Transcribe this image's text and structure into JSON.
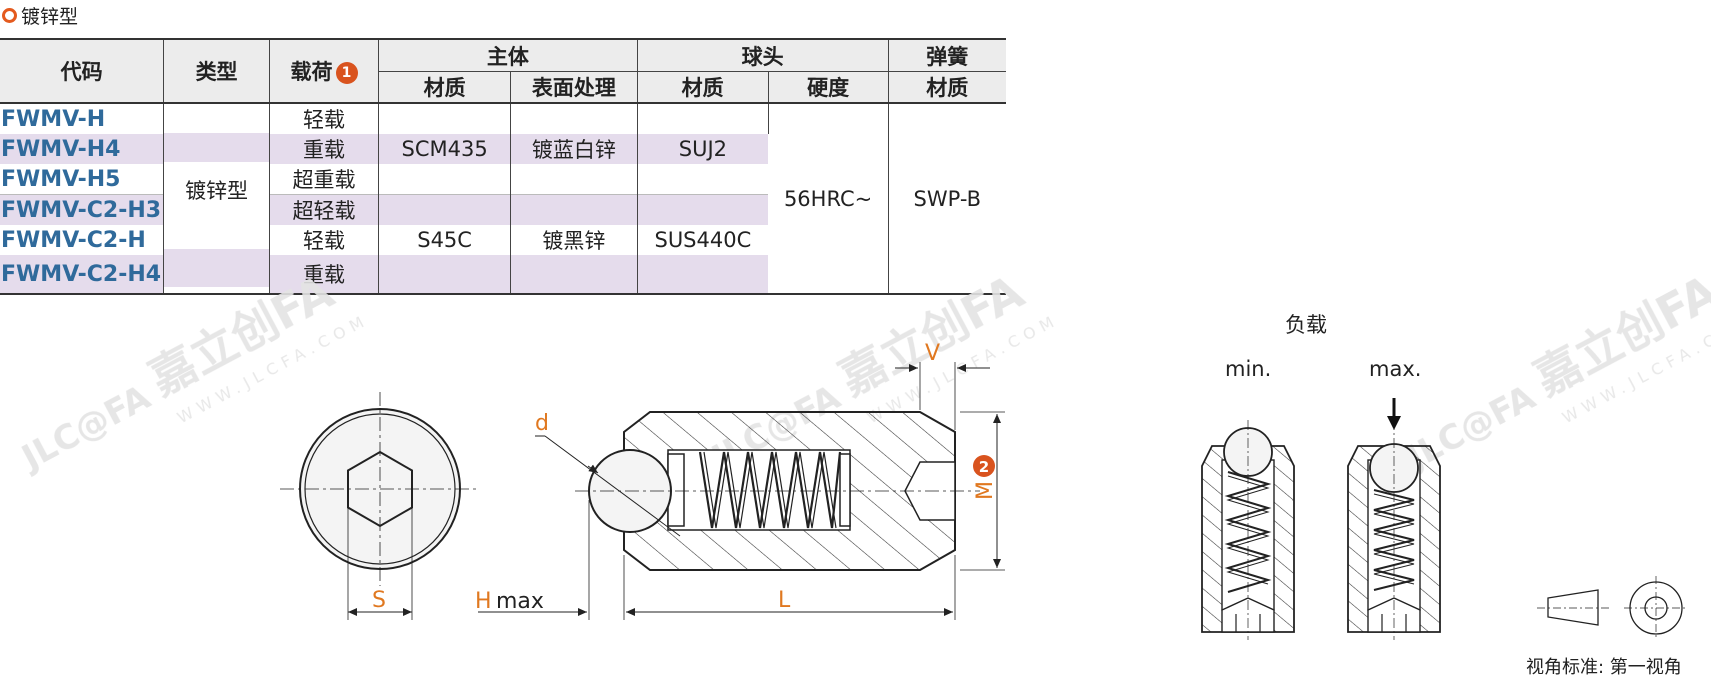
{
  "heading": {
    "text": "镀锌型"
  },
  "table": {
    "headers": {
      "code": "代码",
      "type": "类型",
      "load": "载荷",
      "load_badge": "1",
      "body": "主体",
      "ball": "球头",
      "spring": "弹簧",
      "body_material": "材质",
      "body_surface": "表面处理",
      "ball_material": "材质",
      "ball_hardness": "硬度",
      "spring_material": "材质"
    },
    "rows": [
      {
        "code": "FWMV-H",
        "load": "轻载"
      },
      {
        "code": "FWMV-H4",
        "load": "重载"
      },
      {
        "code": "FWMV-H5",
        "load": "超重载"
      },
      {
        "code": "FWMV-C2-H3",
        "load": "超轻载"
      },
      {
        "code": "FWMV-C2-H",
        "load": "轻载"
      },
      {
        "code": "FWMV-C2-H4",
        "load": "重载"
      }
    ],
    "type_value": "镀锌型",
    "group1": {
      "body_material": "SCM435",
      "surface": "镀蓝白锌",
      "ball_material": "SUJ2"
    },
    "group2": {
      "body_material": "S45C",
      "surface": "镀黑锌",
      "ball_material": "SUS440C"
    },
    "hardness": "56HRC~",
    "spring_material": "SWP-B"
  },
  "drawing": {
    "dim_s": "S",
    "dim_d": "d",
    "dim_h": "H",
    "dim_max": "max",
    "dim_l": "L",
    "dim_v": "V",
    "dim_m": "M",
    "m_badge": "2"
  },
  "load_view": {
    "title": "负载",
    "min_label": "min.",
    "max_label": "max."
  },
  "projection": {
    "label": "视角标准: 第一视角"
  },
  "watermark": {
    "brand": "嘉立创FA",
    "logo": "JLC@FA",
    "url": "WWW.JLCFA.COM"
  },
  "colors": {
    "accent": "#e45a1e",
    "code_blue": "#2f6a9b",
    "row_shade": "#e5dcec",
    "header_bg": "#ececec",
    "dim_orange": "#e07820"
  }
}
